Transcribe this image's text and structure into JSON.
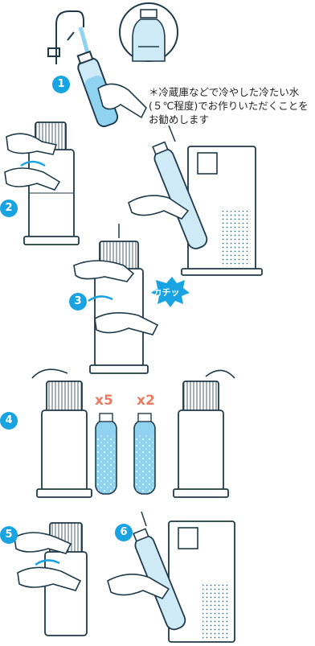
{
  "steps": [
    "1",
    "2",
    "3",
    "4",
    "5",
    "6"
  ],
  "note": "＊冷蔵庫などで冷やした冷たい水(５℃程度)でお作りいただくことをお勧めします",
  "click_sound": "カチッ",
  "multiplier_left": "x5",
  "multiplier_right": "x2",
  "colors": {
    "line": "#1e3a4a",
    "accent": "#1aa3e2",
    "water": "#8fd3f0",
    "multiplier": "#e67d63"
  }
}
